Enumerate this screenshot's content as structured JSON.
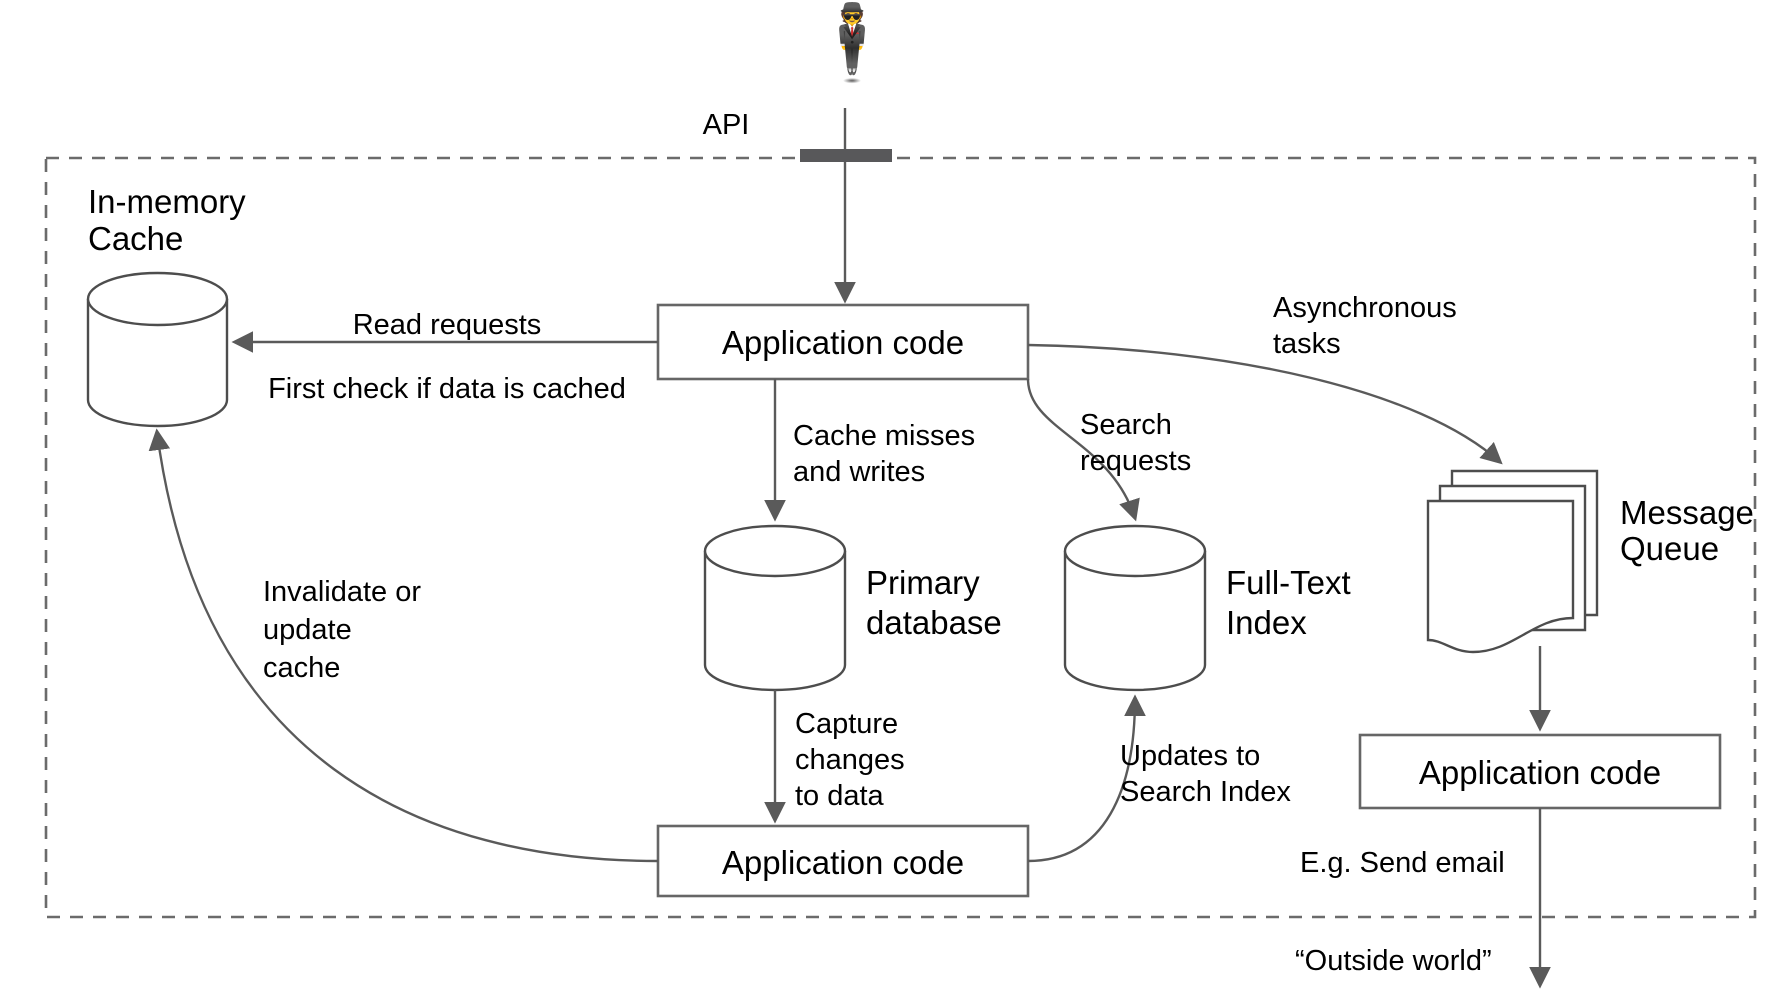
{
  "diagram": {
    "title": "System architecture with cache, database, search index and message queue",
    "boundary_label": "system-boundary-dashed",
    "actor": {
      "name": "user-actor",
      "glyph": "🕴"
    },
    "nodes": {
      "in_memory_cache": {
        "label_line1": "In-memory",
        "label_line2": "Cache",
        "shape": "cylinder"
      },
      "app_code_top": {
        "label": "Application code",
        "shape": "rectangle"
      },
      "primary_database": {
        "label_line1": "Primary",
        "label_line2": "database",
        "shape": "cylinder"
      },
      "full_text_index": {
        "label_line1": "Full-Text",
        "label_line2": "Index",
        "shape": "cylinder"
      },
      "message_queue": {
        "label_line1": "Message",
        "label_line2": "Queue",
        "shape": "document-stack"
      },
      "app_code_bottom_left": {
        "label": "Application code",
        "shape": "rectangle"
      },
      "app_code_bottom_right": {
        "label": "Application code",
        "shape": "rectangle"
      }
    },
    "edge_labels": {
      "api": "API",
      "read_requests": "Read requests",
      "first_check": "First check if data is cached",
      "cache_misses_line1": "Cache misses",
      "cache_misses_line2": "and writes",
      "search_requests_line1": "Search",
      "search_requests_line2": "requests",
      "async_tasks_line1": "Asynchronous",
      "async_tasks_line2": "tasks",
      "invalidate_line1": "Invalidate or",
      "invalidate_line2": "update",
      "invalidate_line3": "cache",
      "capture_line1": "Capture",
      "capture_line2": "changes",
      "capture_line3": "to data",
      "updates_line1": "Updates to",
      "updates_line2": "Search Index",
      "send_email": "E.g. Send email",
      "outside_world": "“Outside world”"
    },
    "colors": {
      "background": "#ffffff",
      "node_stroke": "#666666",
      "cylinder_stroke": "#4d4d4d",
      "edge_stroke": "#5a5a5a",
      "boundary_stroke": "#6b6b6b",
      "api_bar": "#58585a",
      "text": "#000000"
    }
  }
}
